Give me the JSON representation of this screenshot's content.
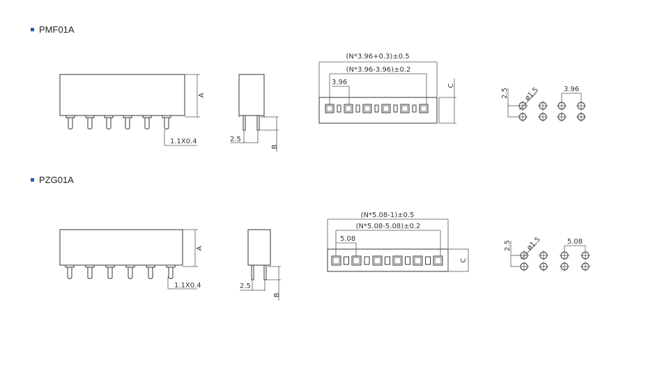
{
  "sections": [
    {
      "title": "PMF01A",
      "front_dim_height": "A",
      "pin_size": "1.1X0.4",
      "side_pin_offset": "2.5",
      "side_dim_height": "B",
      "overall_length": "(N*3.96+0.3)±0.5",
      "pin_span": "(N*3.96-3.96)±0.2",
      "pitch": "3.96",
      "top_dim_depth": "C",
      "hole_row_spacing": "2.5",
      "hole_diameter": "ø1.5",
      "hole_pitch": "3.96"
    },
    {
      "title": "PZG01A",
      "front_dim_height": "A",
      "pin_size": "1.1X0.4",
      "side_pin_offset": "2.5",
      "side_dim_height": "B",
      "overall_length": "(N*5.08-1)±0.5",
      "pin_span": "(N*5.08-5.08)±0.2",
      "pitch": "5.08",
      "top_dim_depth": "C",
      "hole_row_spacing": "2.5",
      "hole_diameter": "ø1.5",
      "hole_pitch": "5.08"
    }
  ],
  "colors": {
    "bullet": "#1a5fb4",
    "line": "#333333"
  }
}
